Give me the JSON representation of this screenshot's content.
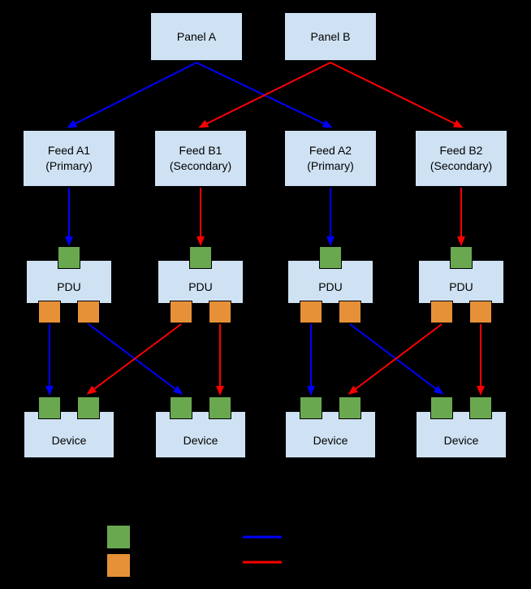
{
  "colors": {
    "background": "#000000",
    "node_fill": "#cfe2f3",
    "node_border": "#000000",
    "input_port": "#6aa84f",
    "output_port": "#e69138",
    "primary_path": "#0000ff",
    "secondary_path": "#ff0000"
  },
  "panels": [
    {
      "label": "Panel A"
    },
    {
      "label": "Panel B"
    }
  ],
  "feeds": [
    {
      "label": "Feed A1",
      "sublabel": "(Primary)"
    },
    {
      "label": "Feed B1",
      "sublabel": "(Secondary)"
    },
    {
      "label": "Feed A2",
      "sublabel": "(Primary)"
    },
    {
      "label": "Feed B2",
      "sublabel": "(Secondary)"
    }
  ],
  "pdus": [
    {
      "label": "PDU"
    },
    {
      "label": "PDU"
    },
    {
      "label": "PDU"
    },
    {
      "label": "PDU"
    }
  ],
  "devices": [
    {
      "label": "Device"
    },
    {
      "label": "Device"
    },
    {
      "label": "Device"
    },
    {
      "label": "Device"
    }
  ],
  "legend": {
    "items": [
      {
        "swatch": "input-port-green"
      },
      {
        "swatch": "output-port-orange"
      },
      {
        "swatch": "primary-line-blue"
      },
      {
        "swatch": "secondary-line-red"
      }
    ]
  }
}
